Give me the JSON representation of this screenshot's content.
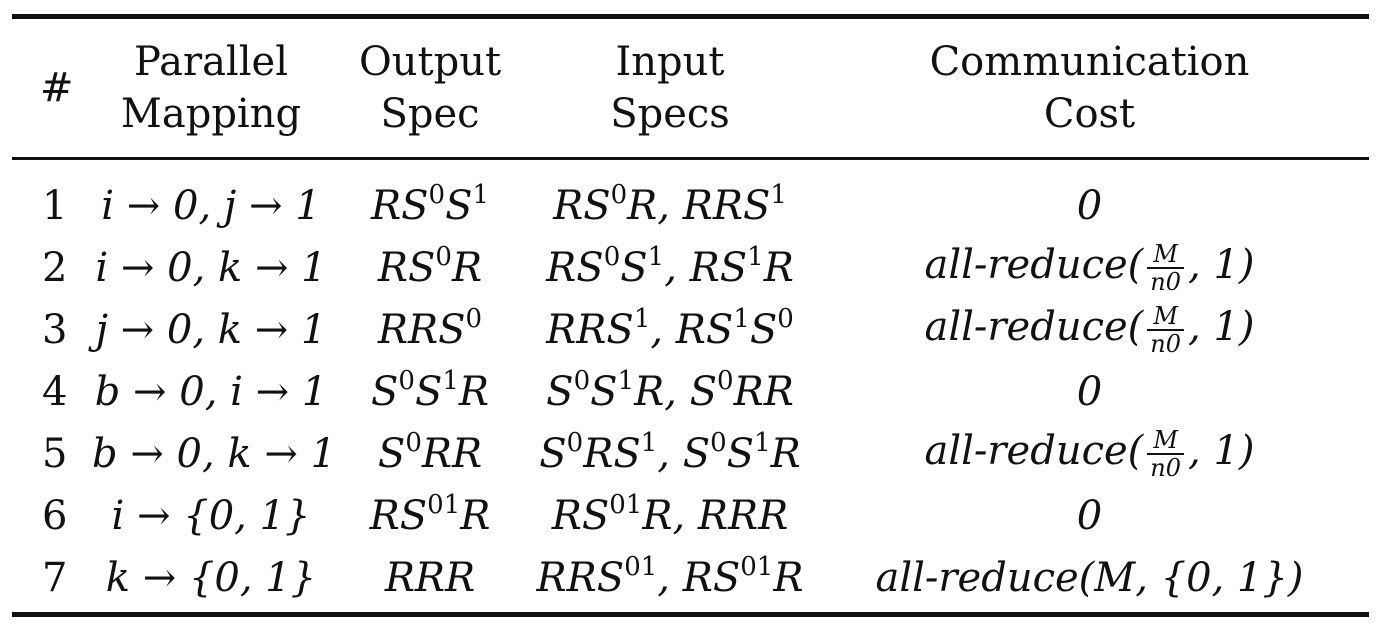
{
  "table": {
    "headers": {
      "index": "#",
      "mapping": [
        "Parallel",
        "Mapping"
      ],
      "output": [
        "Output",
        "Spec"
      ],
      "input": [
        "Input",
        "Specs"
      ],
      "cost": [
        "Communication",
        "Cost"
      ]
    },
    "rows": [
      {
        "index": "1",
        "mapping": "i → 0, j → 1",
        "output": [
          {
            "t": "RS"
          },
          {
            "s": "0"
          },
          {
            "t": "S"
          },
          {
            "s": "1"
          }
        ],
        "input": [
          {
            "t": "RS"
          },
          {
            "s": "0"
          },
          {
            "t": "R, RRS"
          },
          {
            "s": "1"
          }
        ],
        "cost": {
          "text": "0"
        }
      },
      {
        "index": "2",
        "mapping": "i → 0, k → 1",
        "output": [
          {
            "t": "RS"
          },
          {
            "s": "0"
          },
          {
            "t": "R"
          }
        ],
        "input": [
          {
            "t": "RS"
          },
          {
            "s": "0"
          },
          {
            "t": "S"
          },
          {
            "s": "1"
          },
          {
            "t": ", RS"
          },
          {
            "s": "1"
          },
          {
            "t": "R"
          }
        ],
        "cost": {
          "prefix": "all-reduce(",
          "num": "M",
          "den": "n0",
          "suffix": ", 1)"
        }
      },
      {
        "index": "3",
        "mapping": "j → 0, k → 1",
        "output": [
          {
            "t": "RRS"
          },
          {
            "s": "0"
          }
        ],
        "input": [
          {
            "t": "RRS"
          },
          {
            "s": "1"
          },
          {
            "t": ", RS"
          },
          {
            "s": "1"
          },
          {
            "t": "S"
          },
          {
            "s": "0"
          }
        ],
        "cost": {
          "prefix": "all-reduce(",
          "num": "M",
          "den": "n0",
          "suffix": ", 1)"
        }
      },
      {
        "index": "4",
        "mapping": "b → 0, i → 1",
        "output": [
          {
            "t": "S"
          },
          {
            "s": "0"
          },
          {
            "t": "S"
          },
          {
            "s": "1"
          },
          {
            "t": "R"
          }
        ],
        "input": [
          {
            "t": "S"
          },
          {
            "s": "0"
          },
          {
            "t": "S"
          },
          {
            "s": "1"
          },
          {
            "t": "R, S"
          },
          {
            "s": "0"
          },
          {
            "t": "RR"
          }
        ],
        "cost": {
          "text": "0"
        }
      },
      {
        "index": "5",
        "mapping": "b → 0, k → 1",
        "output": [
          {
            "t": "S"
          },
          {
            "s": "0"
          },
          {
            "t": "RR"
          }
        ],
        "input": [
          {
            "t": "S"
          },
          {
            "s": "0"
          },
          {
            "t": "RS"
          },
          {
            "s": "1"
          },
          {
            "t": ", S"
          },
          {
            "s": "0"
          },
          {
            "t": "S"
          },
          {
            "s": "1"
          },
          {
            "t": "R"
          }
        ],
        "cost": {
          "prefix": "all-reduce(",
          "num": "M",
          "den": "n0",
          "suffix": ", 1)"
        }
      },
      {
        "index": "6",
        "mapping": "i → {0, 1}",
        "output": [
          {
            "t": "RS"
          },
          {
            "s": "01"
          },
          {
            "t": "R"
          }
        ],
        "input": [
          {
            "t": "RS"
          },
          {
            "s": "01"
          },
          {
            "t": "R, RRR"
          }
        ],
        "cost": {
          "text": "0"
        }
      },
      {
        "index": "7",
        "mapping": "k → {0, 1}",
        "output": [
          {
            "t": "RRR"
          }
        ],
        "input": [
          {
            "t": "RRS"
          },
          {
            "s": "01"
          },
          {
            "t": ", RS"
          },
          {
            "s": "01"
          },
          {
            "t": "R"
          }
        ],
        "cost": {
          "text": "all-reduce(M, {0, 1})"
        }
      }
    ]
  }
}
